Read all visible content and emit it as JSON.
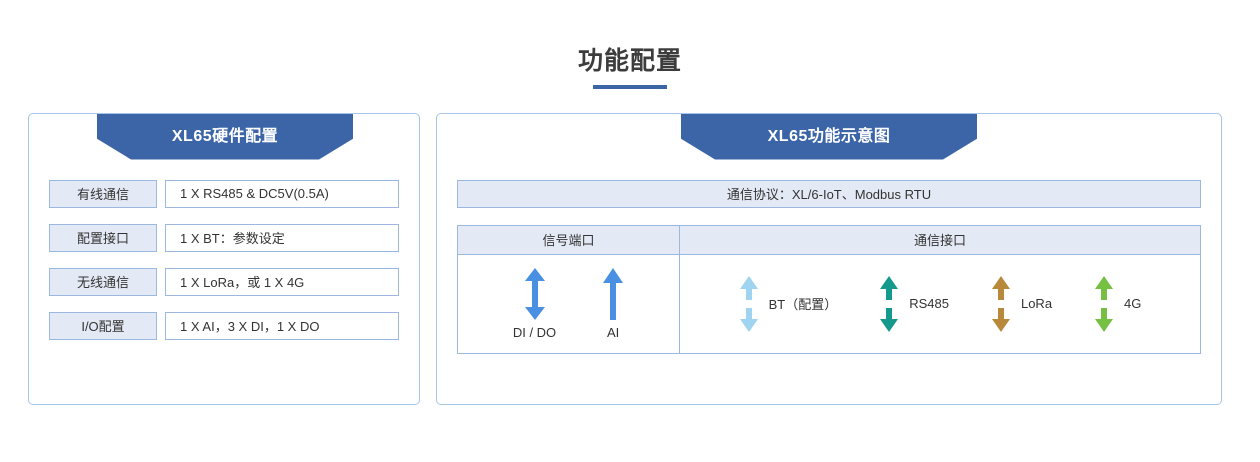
{
  "page": {
    "title": "功能配置",
    "accent_color": "#3c65a8"
  },
  "panels": {
    "hardware": {
      "banner_title": "XL65硬件配置",
      "rows": [
        {
          "label": "有线通信",
          "value": "1 X RS485 & DC5V(0.5A)"
        },
        {
          "label": "配置接口",
          "value": "1 X BT：参数设定"
        },
        {
          "label": "无线通信",
          "value": "1 X LoRa，或 1 X 4G"
        },
        {
          "label": "I/O配置",
          "value": "1 X AI，3 X DI，1 X DO"
        }
      ]
    },
    "diagram": {
      "banner_title": "XL65功能示意图",
      "protocol": "通信协议：XL/6-IoT、Modbus RTU",
      "table": {
        "headers": {
          "signal": "信号端口",
          "comm": "通信接口"
        },
        "signal_ports": [
          {
            "label": "DI / DO",
            "arrow": "bidirectional",
            "color": "#4a90e2"
          },
          {
            "label": "AI",
            "arrow": "up",
            "color": "#4a90e2"
          }
        ],
        "comm_interfaces": [
          {
            "label": "BT（配置）",
            "arrow": "bidirectional-split",
            "color": "#9ed4f0"
          },
          {
            "label": "RS485",
            "arrow": "bidirectional-split",
            "color": "#14998c"
          },
          {
            "label": "LoRa",
            "arrow": "bidirectional-split",
            "color": "#b8893a"
          },
          {
            "label": "4G",
            "arrow": "bidirectional-split",
            "color": "#76c043"
          }
        ]
      }
    }
  }
}
